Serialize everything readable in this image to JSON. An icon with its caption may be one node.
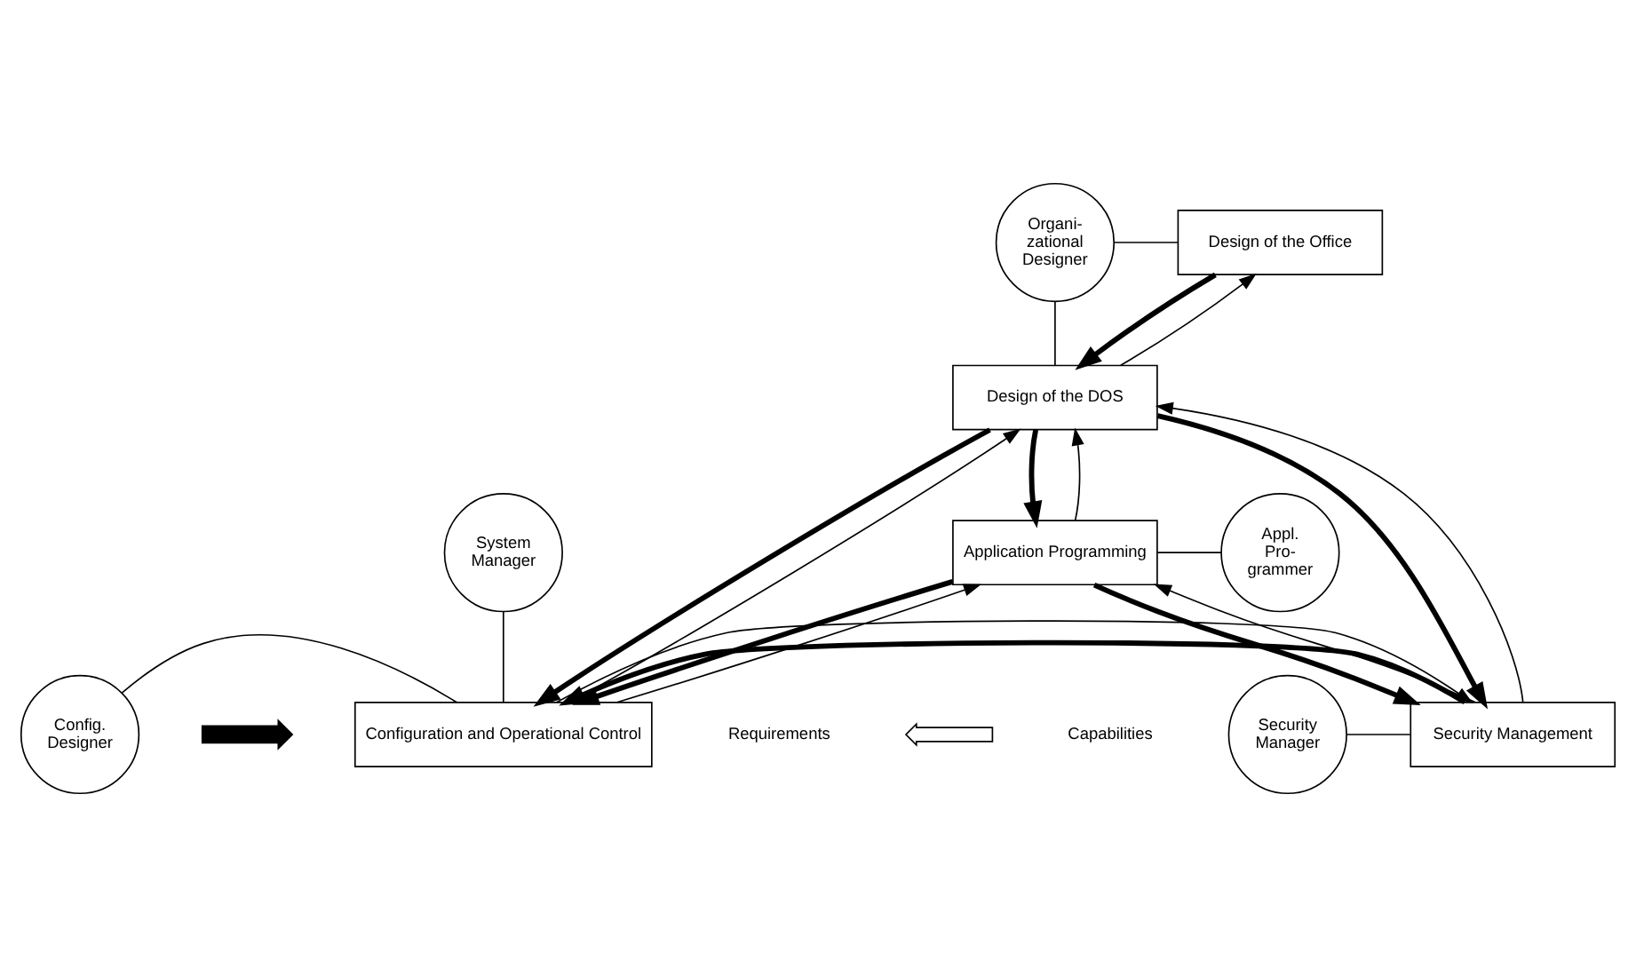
{
  "diagram": {
    "nodes": [
      {
        "text": [
          "Design of the Office"
        ]
      },
      {
        "text": [
          "Organi- zational Designer"
        ]
      },
      {
        "text": [
          "Design of the DOS"
        ]
      },
      {
        "text": [
          "Appl. Pro- grammer"
        ]
      },
      {
        "text": [
          "Application Programming"
        ]
      },
      {
        "text": [
          "Config. Designer"
        ]
      },
      {
        "text": [
          "Configuration and Operational Control"
        ]
      },
      {
        "text": [
          "Security Management"
        ]
      },
      {
        "text": [
          "Security Manager"
        ]
      },
      {
        "text": [
          "System Manager"
        ]
      }
    ],
    "edges": [
      {
        "from": 0,
        "to": 2,
        "arrow": "to",
        "style": "thick"
      },
      {
        "from": 2,
        "to": 0,
        "arrow": "to"
      },
      {
        "from": 2,
        "to": 4,
        "arrow": "to",
        "style": "thick"
      },
      {
        "from": 4,
        "to": 2,
        "arrow": "to"
      },
      {
        "from": 2,
        "to": 6,
        "arrow": "to",
        "style": "thick"
      },
      {
        "from": 6,
        "to": 2,
        "arrow": "to"
      },
      {
        "from": 2,
        "to": 7,
        "arrow": "to",
        "style": "thick"
      },
      {
        "from": 7,
        "to": 2,
        "arrow": "to"
      },
      {
        "from": 4,
        "to": 6,
        "arrow": "to",
        "style": "thick"
      },
      {
        "from": 6,
        "to": 4,
        "arrow": "to"
      },
      {
        "from": 4,
        "to": 7,
        "arrow": "to",
        "style": "thick"
      },
      {
        "from": 7,
        "to": 4,
        "arrow": "to"
      },
      {
        "from": 7,
        "to": 6,
        "arrow": "to",
        "style": "thick"
      },
      {
        "from": 6,
        "to": 7,
        "arrow": "to"
      },
      {
        "from": 1,
        "to": 0,
        "arrow": "none"
      },
      {
        "from": 1,
        "to": 2,
        "arrow": "none"
      },
      {
        "from": 3,
        "to": 4,
        "arrow": "none"
      },
      {
        "from": 5,
        "to": 6,
        "arrow": "none"
      },
      {
        "from": 9,
        "to": 6,
        "arrow": "none"
      },
      {
        "from": 8,
        "to": 7,
        "arrow": "none"
      }
    ],
    "legend": [
      {
        "text": "Requirements"
      },
      {
        "text": "Capabilities"
      }
    ]
  }
}
